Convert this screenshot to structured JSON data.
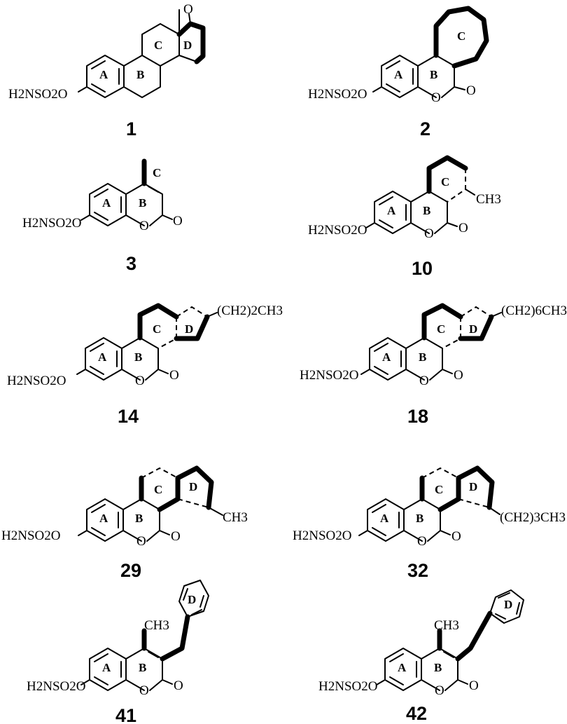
{
  "compounds": [
    {
      "number": "1",
      "substituent": "H2NSO2O",
      "rings": [
        "A",
        "B",
        "C",
        "D"
      ],
      "labels": [
        "O"
      ]
    },
    {
      "number": "2",
      "substituent": "H2NSO2O",
      "rings": [
        "A",
        "B",
        "C"
      ],
      "labels": [
        "O",
        "O"
      ]
    },
    {
      "number": "3",
      "substituent": "H2NSO2O",
      "rings": [
        "A",
        "B",
        "C"
      ],
      "labels": [
        "O",
        "O"
      ]
    },
    {
      "number": "10",
      "substituent": "H2NSO2O",
      "rings": [
        "A",
        "B",
        "C"
      ],
      "labels": [
        "O",
        "O",
        "CH3"
      ]
    },
    {
      "number": "14",
      "substituent": "H2NSO2O",
      "rings": [
        "A",
        "B",
        "C",
        "D"
      ],
      "labels": [
        "O",
        "O",
        "(CH2)2CH3"
      ]
    },
    {
      "number": "18",
      "substituent": "H2NSO2O",
      "rings": [
        "A",
        "B",
        "C",
        "D"
      ],
      "labels": [
        "O",
        "O",
        "(CH2)6CH3"
      ]
    },
    {
      "number": "29",
      "substituent": "H2NSO2O",
      "rings": [
        "A",
        "B",
        "C",
        "D"
      ],
      "labels": [
        "O",
        "O",
        "CH3"
      ]
    },
    {
      "number": "32",
      "substituent": "H2NSO2O",
      "rings": [
        "A",
        "B",
        "C",
        "D"
      ],
      "labels": [
        "O",
        "O",
        "(CH2)3CH3"
      ]
    },
    {
      "number": "41",
      "substituent": "H2NSO2O",
      "rings": [
        "A",
        "B",
        "D"
      ],
      "labels": [
        "O",
        "O",
        "CH3"
      ]
    },
    {
      "number": "42",
      "substituent": "H2NSO2O",
      "rings": [
        "A",
        "B",
        "D"
      ],
      "labels": [
        "O",
        "O",
        "CH3"
      ]
    }
  ]
}
